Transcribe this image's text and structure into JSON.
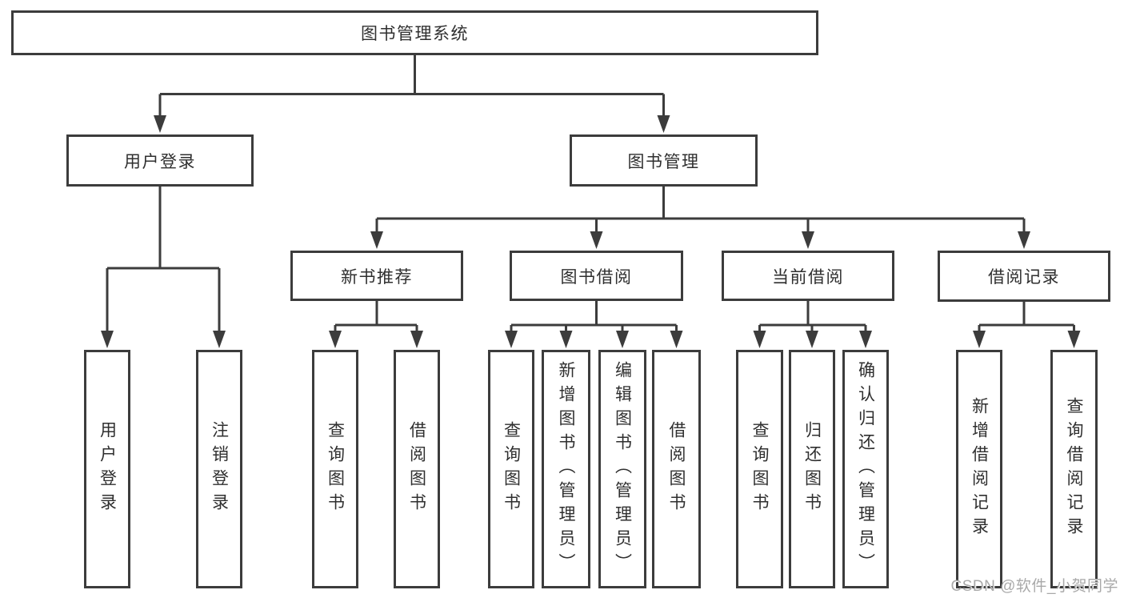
{
  "diagram": {
    "type": "hierarchy-tree",
    "watermark": "CSDN @软件_小贺同学",
    "colors": {
      "background": "#ffffff",
      "line": "#3c3c3c",
      "box_border": "#3c3c3c",
      "text": "#2f2f2f",
      "watermark": "#a9a9a9"
    },
    "tree": {
      "label": "图书管理系统",
      "children": [
        {
          "label": "用户登录",
          "children": [
            {
              "label": "用户登录"
            },
            {
              "label": "注销登录"
            }
          ]
        },
        {
          "label": "图书管理",
          "children": [
            {
              "label": "新书推荐",
              "children": [
                {
                  "label": "查询图书"
                },
                {
                  "label": "借阅图书"
                }
              ]
            },
            {
              "label": "图书借阅",
              "children": [
                {
                  "label": "查询图书"
                },
                {
                  "label": "新增图书（管理员）"
                },
                {
                  "label": "编辑图书（管理员）"
                },
                {
                  "label": "借阅图书"
                }
              ]
            },
            {
              "label": "当前借阅",
              "children": [
                {
                  "label": "查询图书"
                },
                {
                  "label": "归还图书"
                },
                {
                  "label": "确认归还（管理员）"
                }
              ]
            },
            {
              "label": "借阅记录",
              "children": [
                {
                  "label": "新增借阅记录"
                },
                {
                  "label": "查询借阅记录"
                }
              ]
            }
          ]
        }
      ]
    }
  }
}
